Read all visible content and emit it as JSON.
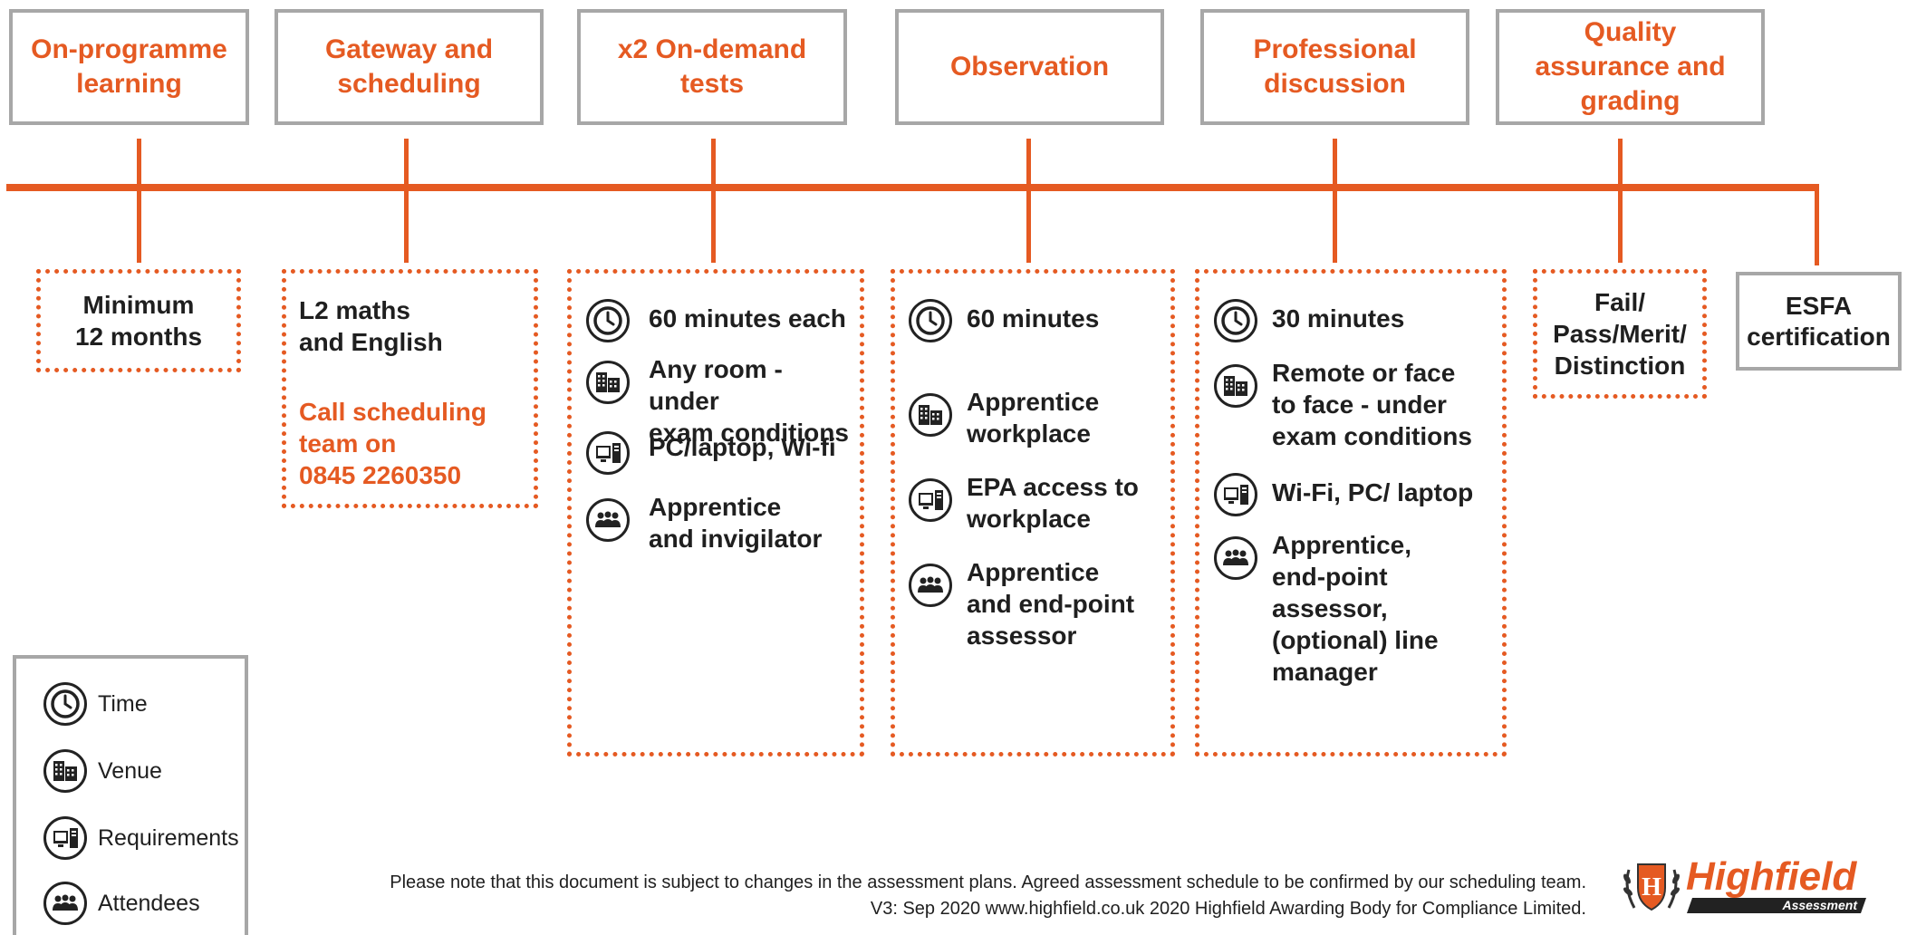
{
  "stages": [
    {
      "title": "On-programme\nlearning"
    },
    {
      "title": "Gateway and\nscheduling"
    },
    {
      "title": "x2 On-demand\ntests"
    },
    {
      "title": "Observation"
    },
    {
      "title": "Professional\ndiscussion"
    },
    {
      "title": "Quality\nassurance and\ngrading"
    }
  ],
  "details": {
    "on_programme": "Minimum\n12 months",
    "gateway_req": "L2 maths\nand English",
    "gateway_call": "Call scheduling\nteam on\n0845 2260350",
    "tests": {
      "time": "60 minutes each",
      "venue": "Any room - under\nexam conditions",
      "requirements": "PC/laptop, Wi-fi",
      "attendees": "Apprentice\nand invigilator"
    },
    "observation": {
      "time": "60 minutes",
      "venue": "Apprentice\nworkplace",
      "requirements": "EPA access to\nworkplace",
      "attendees": "Apprentice\nand end-point\nassessor"
    },
    "discussion": {
      "time": "30 minutes",
      "venue": "Remote or  face\nto face - under\nexam conditions",
      "requirements": "Wi-Fi, PC/ laptop",
      "attendees": "Apprentice,\nend-point\nassessor,\n(optional) line\nmanager"
    },
    "grading": "Fail/\nPass/Merit/\nDistinction",
    "esfa": "ESFA\ncertification"
  },
  "legend": {
    "time": "Time",
    "venue": "Venue",
    "requirements": "Requirements",
    "attendees": "Attendees"
  },
  "footer": {
    "line1": "Please note that this document is subject to changes in the assessment plans.  Agreed assessment schedule to be confirmed by our scheduling team.",
    "line2": "V3: Sep 2020   www.highfield.co.uk   2020 Highfield Awarding Body for Compliance Limited."
  },
  "logo": {
    "brand": "Highfield",
    "sub": "Assessment",
    "badge_letter": "H"
  },
  "icons": {
    "time": "clock-icon",
    "venue": "building-icon",
    "requirements": "computer-icon",
    "attendees": "people-icon"
  },
  "colors": {
    "accent": "#e55a22",
    "border": "#a7a7a7",
    "text": "#1f1f1f"
  }
}
